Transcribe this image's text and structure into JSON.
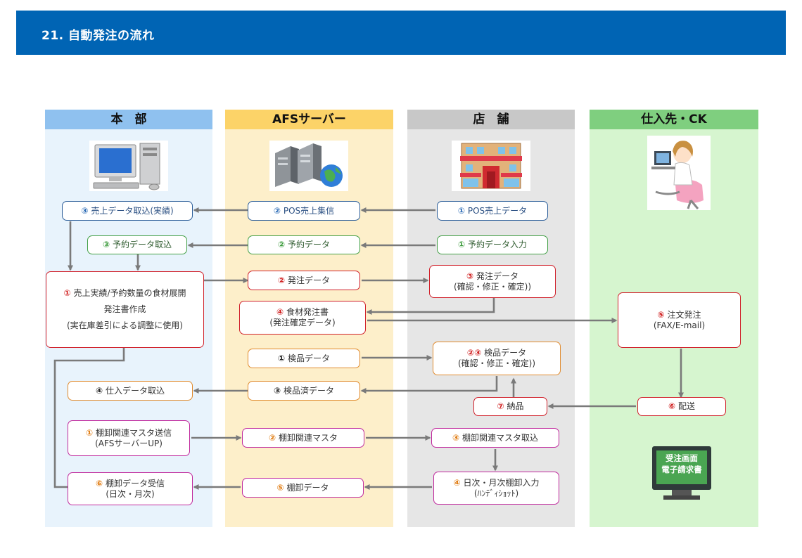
{
  "header": {
    "title": "21. 自動発注の流れ"
  },
  "columns": [
    {
      "label": "本　部",
      "head_color": "#8fc1ef",
      "body_color": "#e8f3fc"
    },
    {
      "label": "AFSサーバー",
      "head_color": "#fcd368",
      "body_color": "#fdefca"
    },
    {
      "label": "店　舗",
      "head_color": "#c8c8c8",
      "body_color": "#e6e6e6"
    },
    {
      "label": "仕入先・CK",
      "head_color": "#7fcf7f",
      "body_color": "#d6f5cf"
    }
  ],
  "boxes": {
    "hq_sales": {
      "num": "③",
      "lines": [
        "売上データ取込(実績)"
      ]
    },
    "srv_pos": {
      "num": "②",
      "lines": [
        "POS売上集信"
      ]
    },
    "store_pos": {
      "num": "①",
      "lines": [
        "POS売上データ"
      ]
    },
    "hq_reserve": {
      "num": "③",
      "lines": [
        "予約データ取込"
      ]
    },
    "srv_reserve": {
      "num": "②",
      "lines": [
        "予約データ"
      ]
    },
    "store_reserve": {
      "num": "①",
      "lines": [
        "予約データ入力"
      ]
    },
    "hq_expand": {
      "num": "①",
      "lines": [
        "売上実績/予約数量の食材展開",
        "発注書作成",
        "(実在庫差引による調整に使用)"
      ]
    },
    "srv_order": {
      "num": "②",
      "lines": [
        "発注データ"
      ]
    },
    "store_order": {
      "num": "③",
      "lines": [
        "発注データ",
        "(確認・修正・確定))"
      ]
    },
    "srv_ingredient": {
      "num": "④",
      "lines": [
        "食材発注書",
        "(発注確定データ)"
      ]
    },
    "sup_order": {
      "num": "⑤",
      "lines": [
        "注文発注",
        "(FAX/E-mail)"
      ]
    },
    "srv_inspect": {
      "num": "①",
      "lines": [
        "検品データ"
      ]
    },
    "store_inspect": {
      "num": "②③",
      "lines": [
        "検品データ",
        "(確認・修正・確定))"
      ]
    },
    "hq_purchase": {
      "num": "④",
      "lines": [
        "仕入データ取込"
      ]
    },
    "srv_inspected": {
      "num": "③",
      "lines": [
        "検品済データ"
      ]
    },
    "store_deliver": {
      "num": "⑦",
      "lines": [
        "納品"
      ]
    },
    "sup_ship": {
      "num": "⑥",
      "lines": [
        "配送"
      ]
    },
    "hq_master": {
      "num": "①",
      "lines": [
        "棚卸関連マスタ送信",
        "(AFSサーバーUP)"
      ]
    },
    "srv_master": {
      "num": "②",
      "lines": [
        "棚卸関連マスタ"
      ]
    },
    "store_master": {
      "num": "③",
      "lines": [
        "棚卸関連マスタ取込"
      ]
    },
    "hq_inventory": {
      "num": "⑥",
      "lines": [
        "棚卸データ受信",
        "(日次・月次)"
      ]
    },
    "srv_inventory": {
      "num": "⑤",
      "lines": [
        "棚卸データ"
      ]
    },
    "store_inventory": {
      "num": "④",
      "lines": [
        "日次・月次棚卸入力",
        "(ﾊﾝﾃﾞｨｼｮｯﾄ)"
      ]
    }
  },
  "supplier_screen": {
    "lines": [
      "受注画面",
      "電子請求書"
    ]
  },
  "colors": {
    "header": "#0064b4",
    "arrow": "#7a7a7a",
    "blue": "#2d5f9a",
    "green": "#43a047",
    "red": "#d0202a",
    "orange": "#e08a2c",
    "magenta": "#c0299d"
  }
}
